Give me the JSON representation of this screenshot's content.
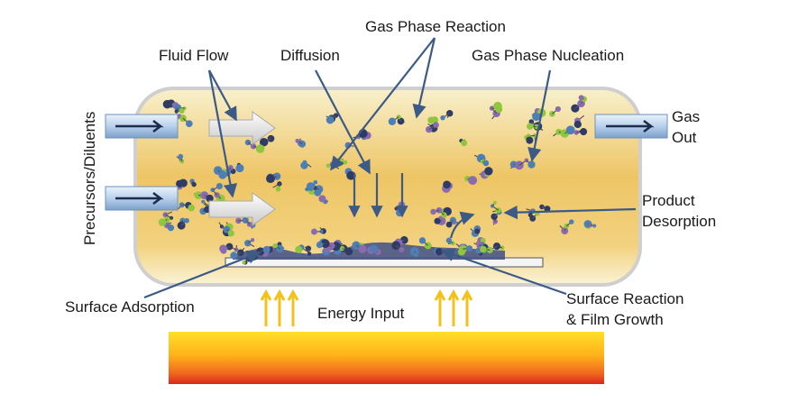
{
  "labels": {
    "gas_phase_reaction": "Gas Phase Reaction",
    "fluid_flow": "Fluid Flow",
    "diffusion": "Diffusion",
    "gas_phase_nucleation": "Gas Phase Nucleation",
    "gas_out_line1": "Gas",
    "gas_out_line2": "Out",
    "product_desorption_line1": "Product",
    "product_desorption_line2": "Desorption",
    "precursors": "Precursors/Diluents",
    "surface_adsorption": "Surface Adsorption",
    "energy_input": "Energy Input",
    "surface_reaction_line1": "Surface Reaction",
    "surface_reaction_line2": "& Film Growth"
  },
  "colors": {
    "chamber_top": "#f7ecbf",
    "chamber_mid": "#e9bd52",
    "chamber_bottom": "#fbf3d4",
    "chamber_border": "#c9c9c9",
    "pointer": "#3b5a86",
    "energy_arrow": "#f3c21a",
    "heater_top": "#ffd21a",
    "heater_bottom": "#e0321f",
    "molecule_green": "#8fc63e",
    "molecule_purple": "#8a6bb0",
    "molecule_blue": "#4d7fb5"
  },
  "icons": [
    "inlet-arrow-icon",
    "outlet-arrow-icon",
    "flow-arrow-icon",
    "energy-arrow-icon",
    "pointer-arrow-icon",
    "molecule-icon"
  ]
}
